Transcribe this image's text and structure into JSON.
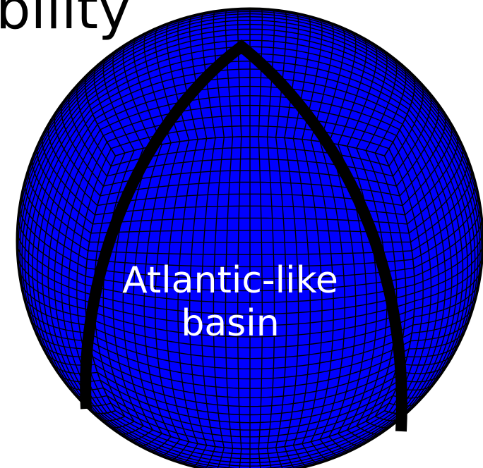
{
  "title_fragment": "bility",
  "basin_label_line1": "Atlantic-like",
  "basin_label_line2": "basin",
  "colors": {
    "ocean": "#0000ff",
    "grid": "#000000",
    "boundary": "#000000",
    "label": "#ffffff",
    "background": "#ffffff"
  }
}
